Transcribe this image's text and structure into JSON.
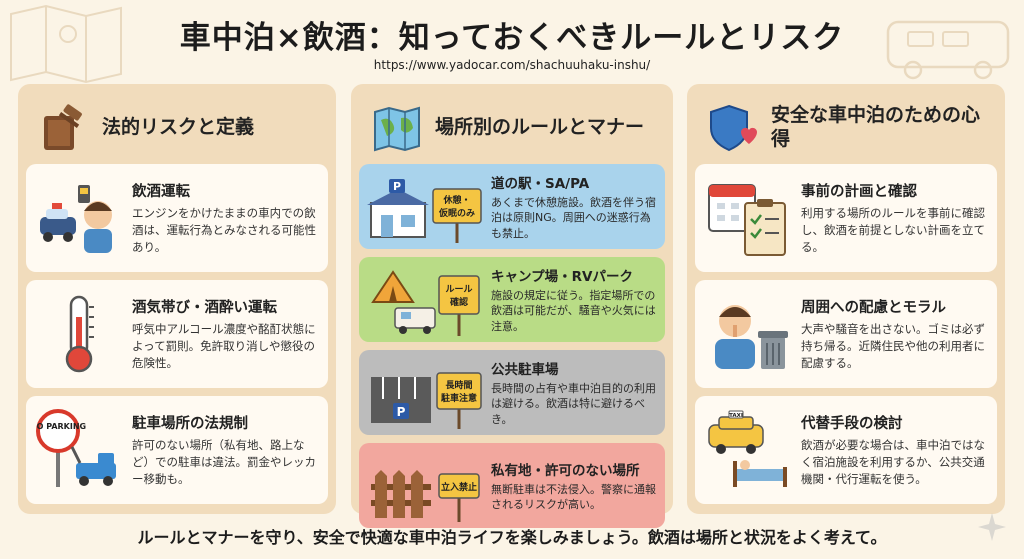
{
  "header": {
    "title": "車中泊×飲酒：知っておくべきルールとリスク",
    "url": "https://www.yadocar.com/shachuuhaku-inshu/"
  },
  "columns": [
    {
      "title": "法的リスクと定義",
      "icon": "gavel-law-book-icon",
      "cards": [
        {
          "title": "飲酒運転",
          "body": "エンジンをかけたままの車内での飲酒は、運転行為とみなされる可能性あり。",
          "icon": "police-breathalyzer-icon"
        },
        {
          "title": "酒気帯び・酒酔い運転",
          "body": "呼気中アルコール濃度や酩酊状態によって罰則。免許取り消しや懲役の危険性。",
          "icon": "thermometer-icon"
        },
        {
          "title": "駐車場所の法規制",
          "body": "許可のない場所（私有地、路上など）での駐車は違法。罰金やレッカー移動も。",
          "icon": "no-parking-tow-truck-icon"
        }
      ]
    },
    {
      "title": "場所別のルールとマナー",
      "icon": "map-icon",
      "cards": [
        {
          "title": "道の駅・SA/PA",
          "body": "あくまで休憩施設。飲酒を伴う宿泊は原則NG。周囲への迷惑行為も禁止。",
          "sign": "休憩・仮眠のみ",
          "icon": "rest-area-building-icon"
        },
        {
          "title": "キャンプ場・RVパーク",
          "body": "施設の規定に従う。指定場所での飲酒は可能だが、騒音や火気には注意。",
          "sign": "ルール確認",
          "icon": "tent-camper-icon"
        },
        {
          "title": "公共駐車場",
          "body": "長時間の占有や車中泊目的の利用は避ける。飲酒は特に避けるべき。",
          "sign": "長時間駐車注意",
          "icon": "parking-lot-icon"
        },
        {
          "title": "私有地・許可のない場所",
          "body": "無断駐車は不法侵入。警察に通報されるリスクが高い。",
          "sign": "立入禁止",
          "icon": "fence-icon"
        }
      ]
    },
    {
      "title": "安全な車中泊のための心得",
      "icon": "shield-heart-icon",
      "cards": [
        {
          "title": "事前の計画と確認",
          "body": "利用する場所のルールを事前に確認し、飲酒を前提としない計画を立てる。",
          "icon": "calendar-checklist-icon"
        },
        {
          "title": "周囲への配慮とモラル",
          "body": "大声や騒音を出さない。ゴミは必ず持ち帰る。近隣住民や他の利用者に配慮する。",
          "icon": "quiet-person-trash-icon"
        },
        {
          "title": "代替手段の検討",
          "body": "飲酒が必要な場合は、車中泊ではなく宿泊施設を利用するか、公共交通機関・代行運転を使う。",
          "taxi_sign": "TAXI",
          "icon": "taxi-bed-icon"
        }
      ]
    }
  ],
  "no_parking_sign": "NO PARKING",
  "parking_letter": "P",
  "footer": "ルールとマナーを守り、安全で快適な車中泊ライフを楽しみましょう。飲酒は場所と状況をよく考えて。",
  "colors": {
    "background": "#fbf4e6",
    "column": "#f1dcbc",
    "card": "#fffaf2",
    "blue": "#a9d3ec",
    "green": "#b9dc86",
    "gray": "#bcbcbc",
    "red": "#f2a79e"
  }
}
